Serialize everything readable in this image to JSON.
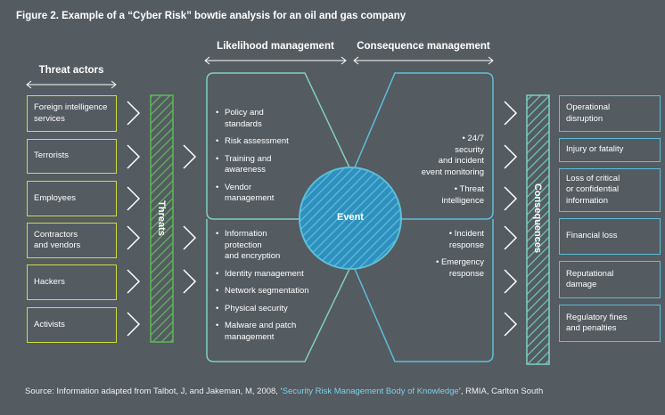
{
  "title": "Figure 2. Example of a “Cyber Risk” bowtie analysis for an oil and gas company",
  "headers": {
    "threat_actors": "Threat actors",
    "likelihood": "Likelihood management",
    "consequence": "Consequence management"
  },
  "threat_actors": [
    "Foreign intelligence\nservices",
    "Terrorists",
    "Employees",
    "Contractors\nand vendors",
    "Hackers",
    "Activists"
  ],
  "threats_label": "Threats",
  "consequences_label": "Consequences",
  "event_label": "Event",
  "likelihood_top": [
    "Policy and\nstandards",
    "Risk assessment",
    "Training and\nawareness",
    "Vendor\nmanagement"
  ],
  "likelihood_bottom": [
    "Information\nprotection\nand encryption",
    "Identity management",
    "Network segmentation",
    "Physical security",
    "Malware and patch\nmanagement"
  ],
  "consequence_top": [
    "24/7\nsecurity\nand incident\nevent monitoring",
    "Threat\nintelligence"
  ],
  "consequence_bottom": [
    "Incident\nresponse",
    "Emergency\nresponse"
  ],
  "consequences": [
    "Operational\ndisruption",
    "Injury or fatality",
    "Loss of critical\nor confidential\ninformation",
    "Financial loss",
    "Reputational\ndamage",
    "Regulatory fines\nand penalties"
  ],
  "source": {
    "prefix": "Source: Information adapted from Talbot, J, and Jakeman, M, 2008, ‘",
    "link": "Security Risk Management Body of Knowledge",
    "suffix": "’, RMIA, Carlton South"
  },
  "colors": {
    "background": "#545b61",
    "threat_green": "#cfdc3c",
    "threats_bar": "#5fb85a",
    "blue": "#5cbfd8",
    "teal": "#7fcfc4",
    "event_fill": "#2f8fbf"
  }
}
